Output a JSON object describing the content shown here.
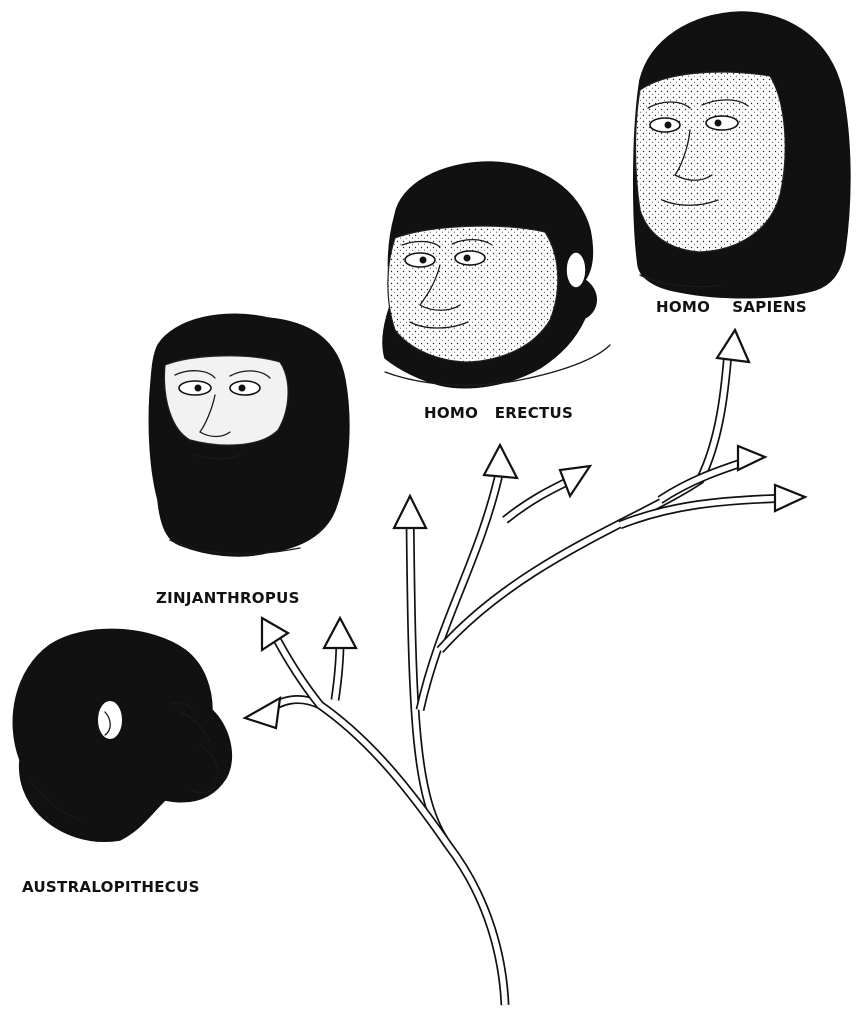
{
  "diagram": {
    "labels": {
      "australopithecus": "AUSTRALOPITHECUS",
      "zinjanthropus": "ZINJANTHROPUS",
      "homo_erectus": "HOMO   ERECTUS",
      "homo_sapiens": "HOMO    SAPIENS"
    },
    "portraits": [
      "australopithecus-portrait",
      "zinjanthropus-portrait",
      "homo-erectus-portrait",
      "homo-sapiens-portrait"
    ],
    "style": {
      "ink": "#111111",
      "paper": "#ffffff"
    }
  }
}
